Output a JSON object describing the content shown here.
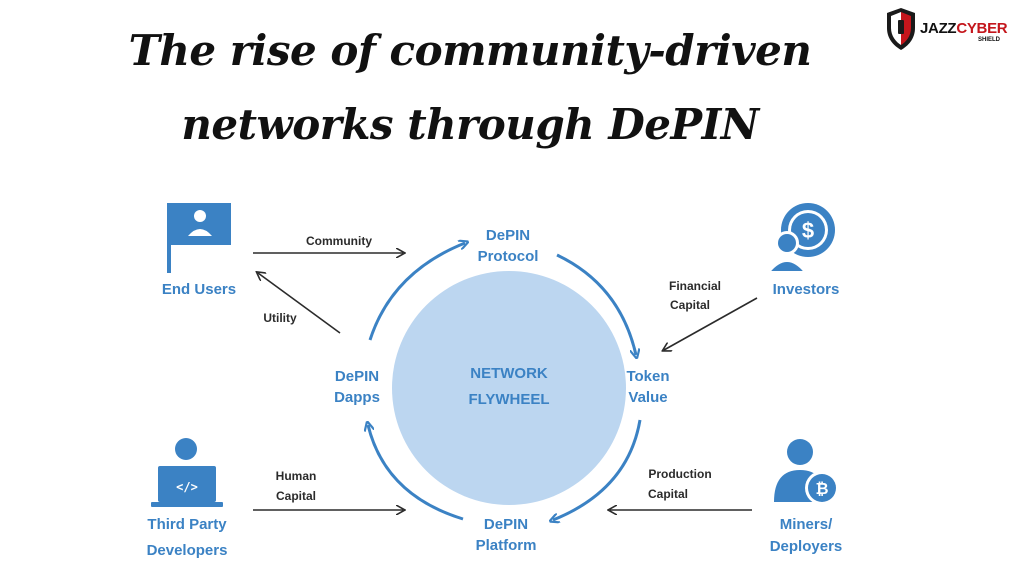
{
  "title": {
    "line1": "The rise of community-driven",
    "line2": "networks through DePIN"
  },
  "logo": {
    "word1": "JAZZ",
    "word2": "CYBER",
    "sub": "SHIELD"
  },
  "colors": {
    "accent": "#3b82c4",
    "circle": "#bcd6f0",
    "arrow_dark": "#2b2b2b",
    "logo_red": "#c4161c"
  },
  "center": {
    "line1": "NETWORK",
    "line2": "FLYWHEEL"
  },
  "nodes": {
    "protocol": {
      "line1": "DePIN",
      "line2": "Protocol"
    },
    "token": {
      "line1": "Token",
      "line2": "Value"
    },
    "platform": {
      "line1": "DePIN",
      "line2": "Platform"
    },
    "dapps": {
      "line1": "DePIN",
      "line2": "Dapps"
    }
  },
  "actors": {
    "end_users": {
      "label": "End Users",
      "icon": "flag-user-icon"
    },
    "investors": {
      "label": "Investors",
      "icon": "user-dollar-icon"
    },
    "developers": {
      "line1": "Third Party",
      "line2": "Developers",
      "icon": "laptop-code-icon"
    },
    "miners": {
      "line1": "Miners/",
      "line2": "Deployers",
      "icon": "user-bitcoin-icon"
    }
  },
  "edges": {
    "community": "Community",
    "utility": "Utility",
    "financial": {
      "line1": "Financial",
      "line2": "Capital"
    },
    "human": {
      "line1": "Human",
      "line2": "Capital"
    },
    "production": {
      "line1": "Production",
      "line2": "Capital"
    }
  }
}
